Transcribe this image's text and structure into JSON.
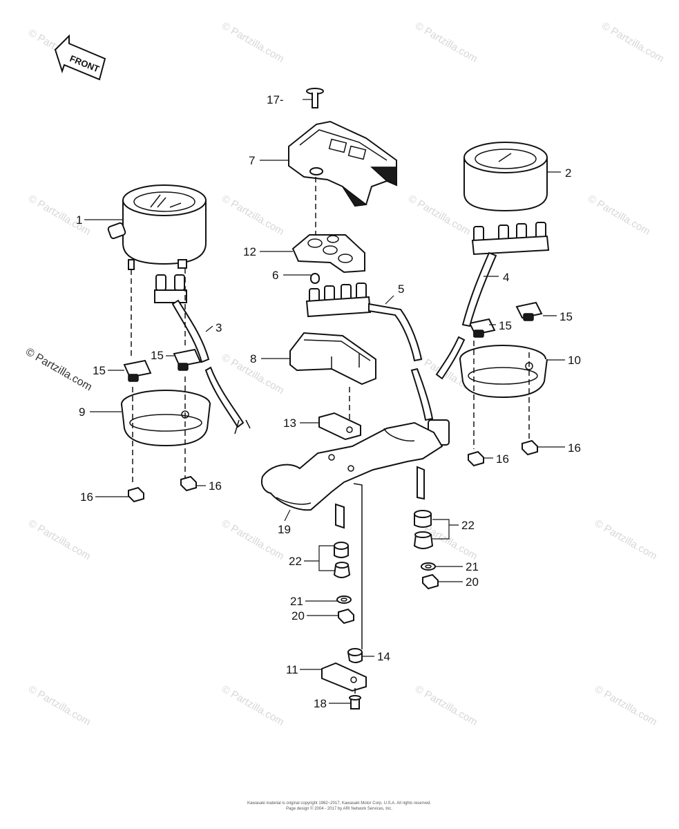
{
  "watermark": "© Partzilla.com",
  "front_label": "FRONT",
  "callouts": {
    "c1": "1",
    "c2": "2",
    "c3": "3",
    "c4": "4",
    "c5": "5",
    "c6": "6",
    "c7": "7",
    "c8": "8",
    "c9": "9",
    "c10": "10",
    "c11": "11",
    "c12": "12",
    "c13": "13",
    "c14": "14",
    "c15a": "15",
    "c15b": "15",
    "c15c": "15",
    "c15d": "15",
    "c16a": "16",
    "c16b": "16",
    "c16c": "16",
    "c16d": "16",
    "c17": "17-",
    "c18": "18",
    "c19": "19",
    "c20a": "20",
    "c20b": "20",
    "c21a": "21",
    "c21b": "21",
    "c22a": "22",
    "c22b": "22"
  },
  "copyright": {
    "line1": "Kawasaki material is original copyright 1962~2017, Kawasaki Motor Corp. U.S.A. All rights reserved.",
    "line2": "Page design © 2004 - 2017 by ARI Network Services, Inc."
  }
}
